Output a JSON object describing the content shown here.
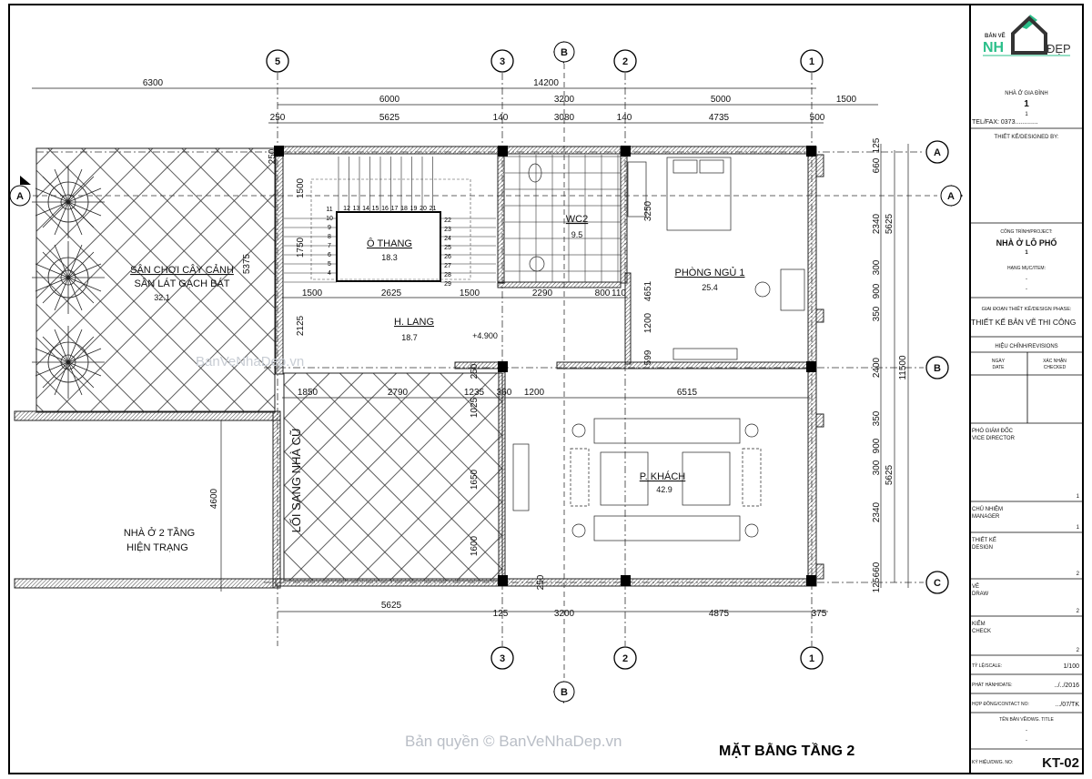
{
  "grid_axes": {
    "vertical": [
      "5",
      "3",
      "2",
      "1"
    ],
    "horizontal": [
      "A",
      "B",
      "C"
    ],
    "section_markers": [
      "A",
      "A",
      "B",
      "B"
    ]
  },
  "dimensions": {
    "top_overall": [
      "6300",
      "14200"
    ],
    "top_axes": [
      "6000",
      "3200",
      "5000",
      "1500"
    ],
    "top_detail": [
      "250",
      "5625",
      "140",
      "3080",
      "140",
      "4735",
      "500"
    ],
    "stair_row": [
      "1500",
      "2625",
      "1500",
      "2290",
      "800",
      "110"
    ],
    "middle_row": [
      "1850",
      "2790",
      "1235",
      "360",
      "1200",
      "6515"
    ],
    "bottom": [
      "5625",
      "125",
      "3200",
      "4875",
      "375"
    ],
    "right_detail": [
      "125",
      "660",
      "2340",
      "300",
      "900",
      "350",
      "2400",
      "350",
      "900",
      "300",
      "2340",
      "660",
      "125"
    ],
    "right_axes": [
      "5625",
      "5625"
    ],
    "right_overall": "11500",
    "vertical_inner": [
      "250",
      "1500",
      "1750",
      "2125",
      "5375",
      "4600",
      "3250",
      "4651",
      "1200",
      "599",
      "250",
      "1025",
      "1650",
      "1600",
      "250"
    ]
  },
  "stair_numbers": [
    "4",
    "5",
    "6",
    "7",
    "8",
    "9",
    "10",
    "11",
    "12",
    "13",
    "14",
    "15",
    "16",
    "17",
    "18",
    "19",
    "20",
    "21",
    "22",
    "23",
    "24",
    "25",
    "26",
    "27",
    "28",
    "29"
  ],
  "rooms": [
    {
      "name": "SÂN CHƠI CÂY CẢNH",
      "name2": "SÂN LÁT GẠCH BÁT",
      "area": "32.1"
    },
    {
      "name": "Ô THANG",
      "area": "18.3"
    },
    {
      "name": "WC2",
      "area": "9.5"
    },
    {
      "name": "PHÒNG NGỦ 1",
      "area": "25.4"
    },
    {
      "name": "H. LANG",
      "area": "18.7"
    },
    {
      "name": "P. KHÁCH",
      "area": "42.9"
    },
    {
      "name": "NHÀ Ở 2 TẦNG",
      "name2": "HIỆN TRẠNG"
    },
    {
      "name": "LỐI SANG NHÀ CŨ"
    }
  ],
  "level_mark": "+4.900",
  "watermark_plan": "BanVeNhaDep.vn",
  "watermark_bottom": "Bản quyền © BanVeNhaDep.vn",
  "drawing_title": "MẶT BẰNG TẦNG 2",
  "title_block": {
    "logo": {
      "top": "BẢN VẼ",
      "left": "NH",
      "right": "ĐẸP",
      "accent": "#2bbf8a"
    },
    "client": "NHÀ Ở GIA ĐÌNH",
    "client_num": "1",
    "client_num2": "1",
    "tel": "TEL/FAX: 0373.............",
    "designed_by": "THIẾT KẾ/DESIGNED BY:",
    "project_label": "CÔNG TRÌNH/PROJECT:",
    "project": "NHÀ Ở LÔ PHỐ",
    "project_num": "1",
    "item_label": "HẠNG MỤC/ITEM:",
    "item_values": [
      "-",
      "-"
    ],
    "phase_label": "GIAI ĐOẠN THIẾT KẾ/DESIGN PHASE:",
    "phase": "THIẾT KẾ BẢN VẼ THI CÔNG",
    "revisions": "HIỆU CHỈNH/REVISIONS",
    "date_col": "NGÀY",
    "date_col_en": "DATE",
    "checked_col": "XÁC NHẬN",
    "checked_col_en": "CHECKED",
    "roles": [
      {
        "vi": "PHÓ GIÁM ĐỐC",
        "en": "VICE DIRECTOR",
        "num": "1"
      },
      {
        "vi": "CHỦ NHIỆM",
        "en": "MANAGER",
        "num": "1"
      },
      {
        "vi": "THIẾT KẾ",
        "en": "DESIGN",
        "num": "2"
      },
      {
        "vi": "VẼ",
        "en": "DRAW",
        "num": "2"
      },
      {
        "vi": "KIỂM",
        "en": "CHECK",
        "num": "2"
      }
    ],
    "scale_label": "TỶ LỆ/SCALE:",
    "scale": "1/100",
    "date_label": "PHÁT HÀNH/DATE:",
    "date": "../../2016",
    "contract_label": "HỢP ĐỒNG/CONTACT NO:",
    "contract": ".../07/TK",
    "dwg_title_label": "TÊN BẢN VẼ/DWG. TITLE",
    "dwg_title_values": [
      "-",
      "-"
    ],
    "dwg_no_label": "KÝ HIỆU/DWG. NO:",
    "dwg_no": "KT-02"
  }
}
